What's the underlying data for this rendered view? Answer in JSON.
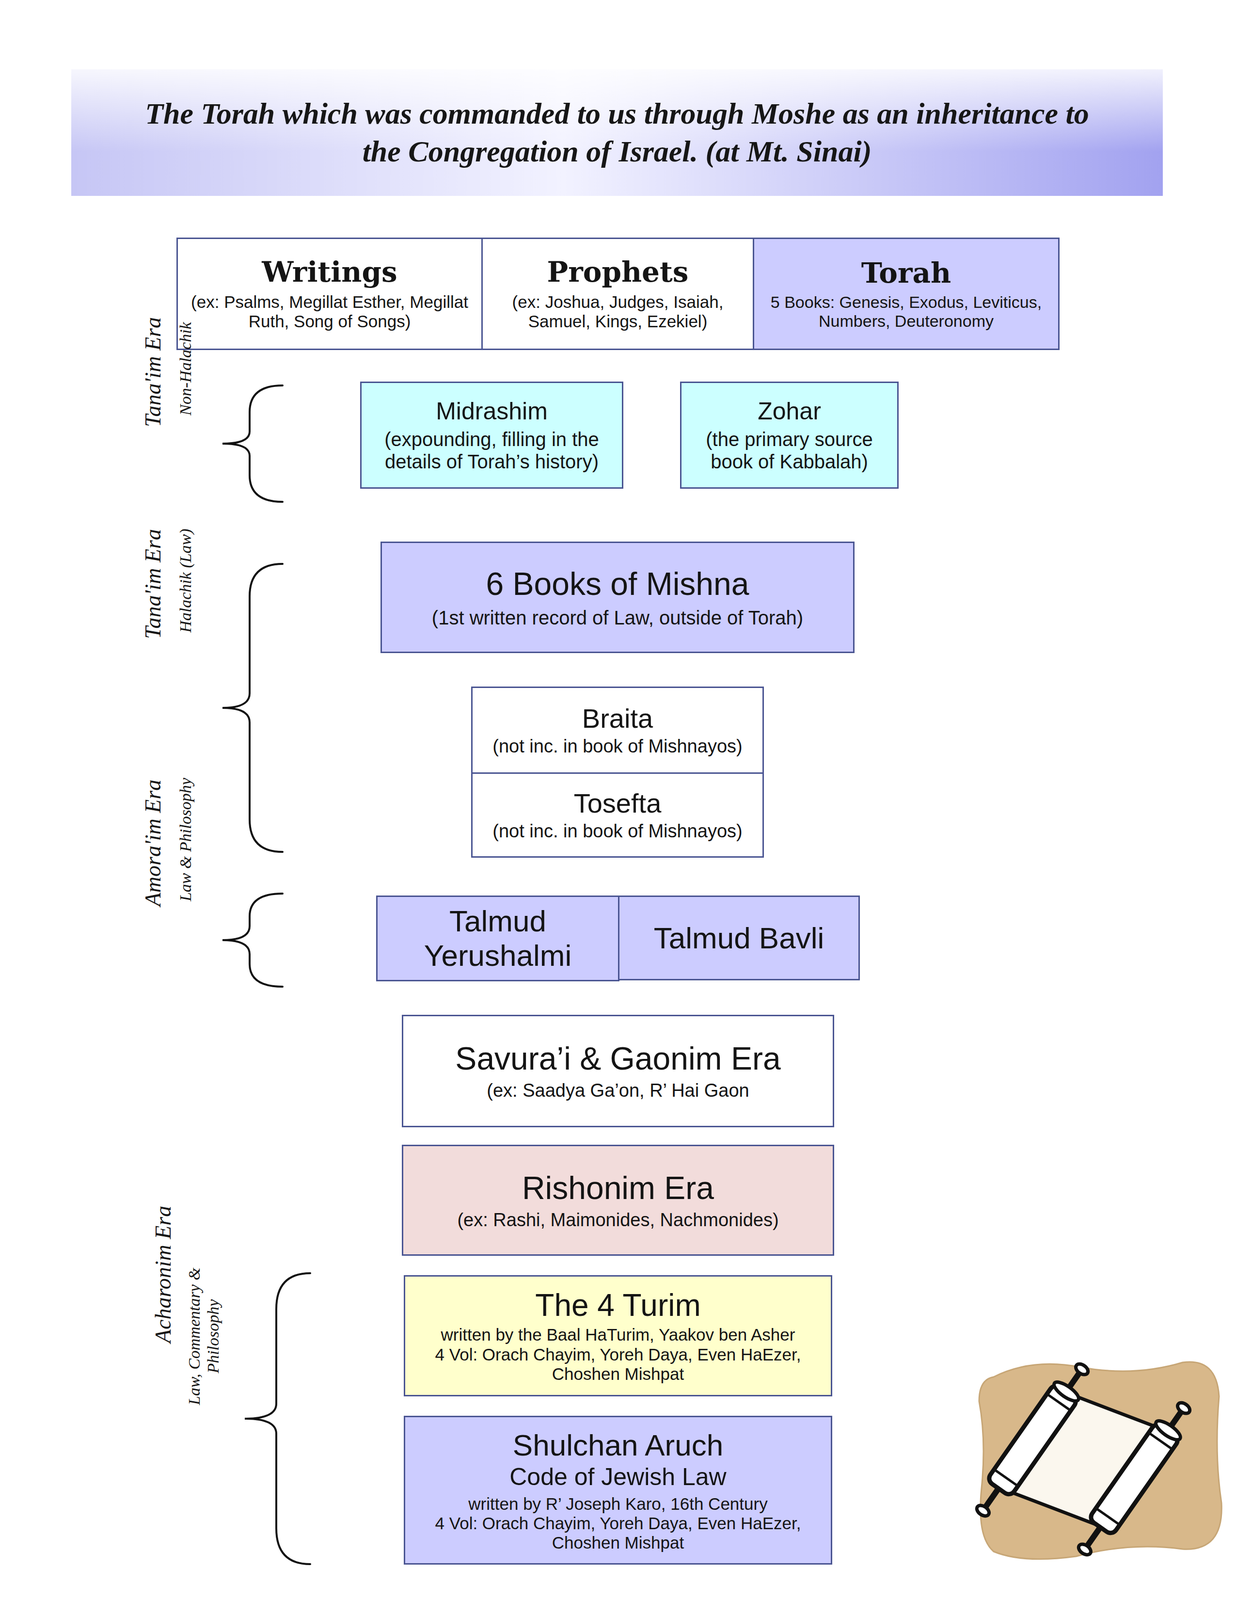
{
  "diagram": {
    "title": "The Torah which was commanded to us through Moshe as an inheritance to the Congregation of Israel. (at Mt. Sinai)",
    "nodes": [
      {
        "text": [
          "Writings",
          "(ex: Psalms, Megillat Esther, Megillat Ruth, Song of Songs)"
        ]
      },
      {
        "text": [
          "Prophets",
          "(ex: Joshua, Judges, Isaiah, Samuel, Kings, Ezekiel)"
        ]
      },
      {
        "text": [
          "Torah",
          "5 Books: Genesis, Exodus, Leviticus, Numbers, Deuteronomy"
        ]
      },
      {
        "text": [
          "Midrashim",
          "(expounding, filling in the details of Torah’s history)"
        ]
      },
      {
        "text": [
          "Zohar",
          "(the primary source book of Kabbalah)"
        ]
      },
      {
        "text": [
          "6 Books of Mishna",
          "(1st written record of Law, outside of Torah)"
        ]
      },
      {
        "text": [
          "Braita",
          "(not inc. in book of Mishnayos)"
        ]
      },
      {
        "text": [
          "Tosefta",
          "(not inc. in book of Mishnayos)"
        ]
      },
      {
        "text": [
          "Talmud Yerushalmi"
        ]
      },
      {
        "text": [
          "Talmud Bavli"
        ]
      },
      {
        "text": [
          "Savura’i & Gaonim Era",
          "(ex: Saadya Ga’on, R’ Hai Gaon"
        ]
      },
      {
        "text": [
          "Rishonim Era",
          "(ex: Rashi, Maimonides, Nachmonides)"
        ]
      },
      {
        "text": [
          "The 4 Turim",
          "written by the Baal HaTurim, Yaakov ben Asher",
          "4 Vol: Orach Chayim, Yoreh Daya, Even HaEzer, Choshen Mishpat"
        ]
      },
      {
        "text": [
          "Shulchan Aruch",
          "Code of Jewish Law",
          "written by R’ Joseph Karo, 16th Century",
          "4 Vol: Orach Chayim, Yoreh Daya, Even HaEzer, Choshen Mishpat"
        ]
      }
    ],
    "labels": [
      "Tana'im Era",
      "Non-Halachik",
      "Tana'im Era",
      "Halachik (Law)",
      "Amora'im Era",
      "Law & Philosophy",
      "Acharonim Era",
      "Law, Commentary & Philosophy"
    ]
  }
}
